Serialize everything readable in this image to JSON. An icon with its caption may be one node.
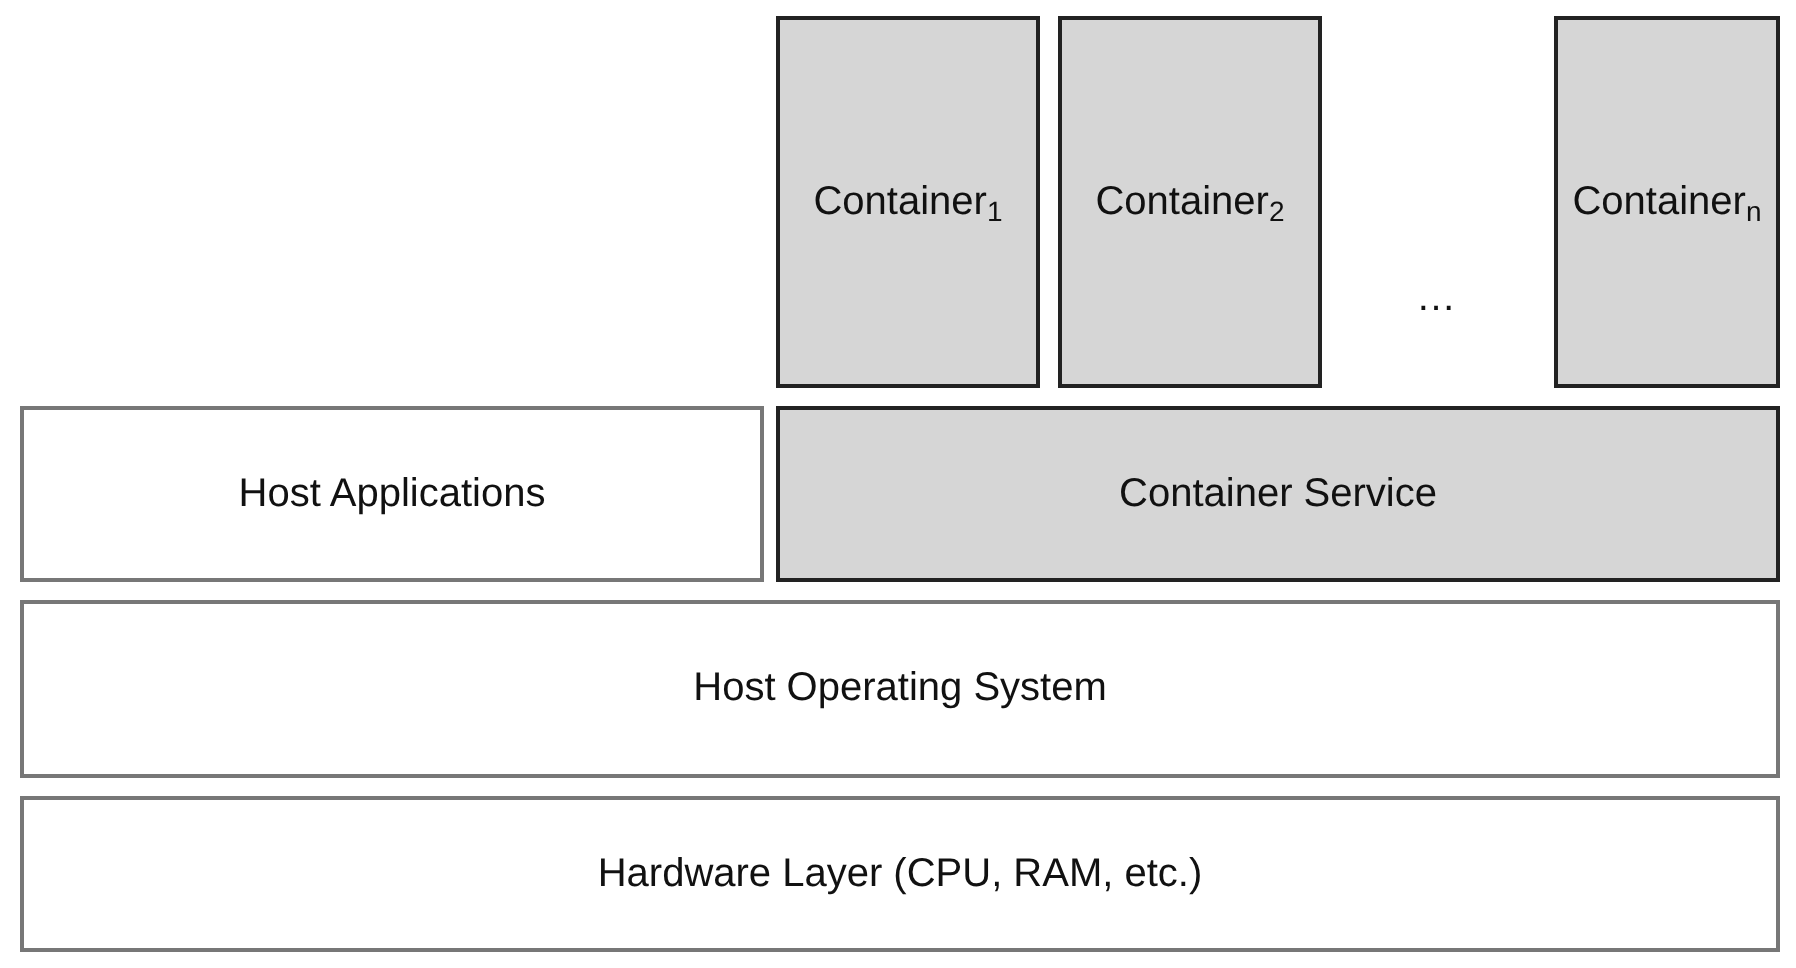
{
  "diagram": {
    "nodes": [
      {
        "text": [
          "Container$_{1}$"
        ]
      },
      {
        "text": [
          "Container$_{2}$"
        ]
      },
      {
        "text": [
          "Container$_{n}$"
        ]
      },
      {
        "text": [
          "Host Applications"
        ]
      },
      {
        "text": [
          "Container Service"
        ]
      },
      {
        "text": [
          "Host Operating System"
        ]
      },
      {
        "text": [
          "Hardware Layer (CPU, RAM, etc.)"
        ]
      }
    ],
    "labels": [
      "…"
    ]
  }
}
